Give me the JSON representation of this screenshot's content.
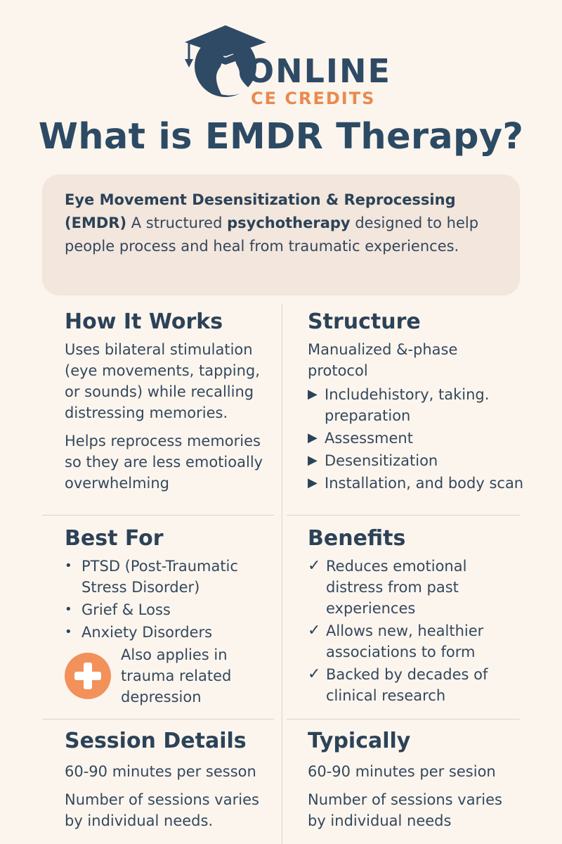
{
  "brand": {
    "line1": "ONLINE",
    "line2": "CE CREDITS",
    "navy": "#2f4a64",
    "orange": "#ea8a4e"
  },
  "title": "What is EMDR Therapy?",
  "intro": {
    "term": "Eye Movement Desensitization & Reprocessing (EMDR)",
    "text_before": "A structured",
    "highlight": "psychotherapy",
    "text_after": "designed to help people process and heal from traumatic experiences."
  },
  "how_it_works": {
    "heading": "How It Works",
    "paragraphs": [
      "Uses bilateral stimulation (eye movements, tapping, or sounds) while recalling distressing memories.",
      "Helps reprocess memories so they are less emotioally overwhelming"
    ]
  },
  "structure": {
    "heading": "Structure",
    "subtitle": "Manualized &-phase protocol",
    "items": [
      "Includehistory, taking. preparation",
      "Assessment",
      "Desensitization",
      "Installation, and body scan"
    ]
  },
  "best_for": {
    "heading": "Best For",
    "items": [
      "PTSD (Post-Traumatic Stress Disorder)",
      "Grief & Loss",
      "Anxiety Disorders"
    ],
    "also": "Also applies in trauma related depression"
  },
  "benefits": {
    "heading": "Benefits",
    "items": [
      "Reduces emotional distress from past experiences",
      "Allows new, healthier associations to form",
      "Backed by decades of clinical research"
    ]
  },
  "session_details": {
    "heading": "Session Details",
    "paragraphs": [
      "60-90 minutes per sesson",
      "Number of sessions varies by individual needs."
    ]
  },
  "typically": {
    "heading": "Typically",
    "paragraphs": [
      "60-90 minutes per sesion",
      "Number of sessions varies by individual needs"
    ]
  }
}
